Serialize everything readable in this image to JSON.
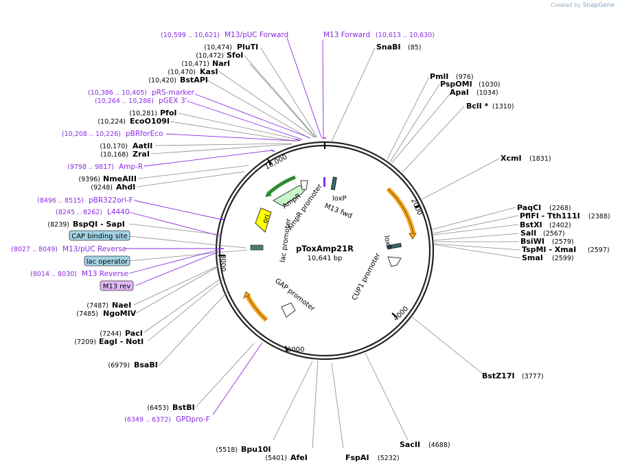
{
  "credit": {
    "prefix": "Created by",
    "brand": "SnapGene"
  },
  "plasmid": {
    "name": "pToxAmp21R",
    "size": "10,641 bp"
  },
  "ticks": [
    "2000",
    "4000",
    "6000",
    "8000",
    "10,000"
  ],
  "enzymes_left": [
    {
      "pos": "(10,474)",
      "name": "PluTI"
    },
    {
      "pos": "(10,472)",
      "name": "SfoI"
    },
    {
      "pos": "(10,471)",
      "name": "NarI"
    },
    {
      "pos": "(10,470)",
      "name": "KasI"
    },
    {
      "pos": "(10,420)",
      "name": "BstAPI"
    },
    {
      "pos": "(10,281)",
      "name": "PfoI"
    },
    {
      "pos": "(10,224)",
      "name": "EcoO109I"
    },
    {
      "pos": "(10,170)",
      "name": "AatII"
    },
    {
      "pos": "(10,168)",
      "name": "ZraI"
    },
    {
      "pos": "(9396)",
      "name": "NmeAIII"
    },
    {
      "pos": "(9248)",
      "name": "AhdI"
    },
    {
      "pos": "(8239)",
      "name": "BspQI - SapI"
    },
    {
      "pos": "(7487)",
      "name": "NaeI"
    },
    {
      "pos": "(7485)",
      "name": "NgoMIV"
    },
    {
      "pos": "(7244)",
      "name": "PacI"
    },
    {
      "pos": "(7209)",
      "name": "EagI - NotI"
    },
    {
      "pos": "(6979)",
      "name": "BsaBI"
    },
    {
      "pos": "(6453)",
      "name": "BstBI"
    },
    {
      "pos": "(5518)",
      "name": "Bpu10I"
    },
    {
      "pos": "(5401)",
      "name": "AfeI"
    }
  ],
  "enzymes_right": [
    {
      "name": "SnaBI",
      "pos": "(85)"
    },
    {
      "name": "PmlI",
      "pos": "(976)"
    },
    {
      "name": "PspOMI",
      "pos": "(1030)"
    },
    {
      "name": "ApaI",
      "pos": "(1034)"
    },
    {
      "name": "BclI *",
      "pos": "(1310)"
    },
    {
      "name": "XcmI",
      "pos": "(1831)"
    },
    {
      "name": "PaqCI",
      "pos": "(2268)"
    },
    {
      "name": "PflFI - Tth111I",
      "pos": "(2388)"
    },
    {
      "name": "BstXI",
      "pos": "(2402)"
    },
    {
      "name": "SalI",
      "pos": "(2567)"
    },
    {
      "name": "BsiWI",
      "pos": "(2579)"
    },
    {
      "name": "TspMI - XmaI",
      "pos": "(2597)"
    },
    {
      "name": "SmaI",
      "pos": "(2599)"
    },
    {
      "name": "BstZ17I",
      "pos": "(3777)"
    },
    {
      "name": "SacII",
      "pos": "(4688)"
    },
    {
      "name": "FspAI",
      "pos": "(5232)"
    }
  ],
  "primers": [
    {
      "range": "(10,599 .. 10,621)",
      "name": "M13/pUC Forward"
    },
    {
      "name": "M13 Forward",
      "range": "(10,613 .. 10,630)"
    },
    {
      "range": "(10,386 .. 10,405)",
      "name": "pRS-marker"
    },
    {
      "range": "(10,264 .. 10,286)",
      "name": "pGEX 3'"
    },
    {
      "range": "(10,208 .. 10,226)",
      "name": "pBRforEco"
    },
    {
      "range": "(9798 .. 9817)",
      "name": "Amp-R"
    },
    {
      "range": "(8496 .. 8515)",
      "name": "pBR322ori-F"
    },
    {
      "range": "(8245 .. 8262)",
      "name": "L4440"
    },
    {
      "range": "(8027 .. 8049)",
      "name": "M13/pUC Reverse"
    },
    {
      "range": "(8014 .. 8030)",
      "name": "M13 Reverse"
    },
    {
      "range": "(6349 .. 6372)",
      "name": "GPDpro-F"
    }
  ],
  "boxed_features": [
    "CAP binding site",
    "lac operator",
    "M13 rev"
  ],
  "inner_features": [
    "AmpR",
    "AmpR promoter",
    "ori",
    "lac promoter",
    "GAP promoter",
    "CUP1 promoter",
    "loxP",
    "loxP",
    "M13 fwd"
  ],
  "colors": {
    "primer": "#8a2be2",
    "cds": "#c8f5c8",
    "ori": "#ffff00",
    "orange": "#f5a623",
    "boxed_blue": "#a3d4e6",
    "boxed_purple": "#e0b8f5"
  }
}
